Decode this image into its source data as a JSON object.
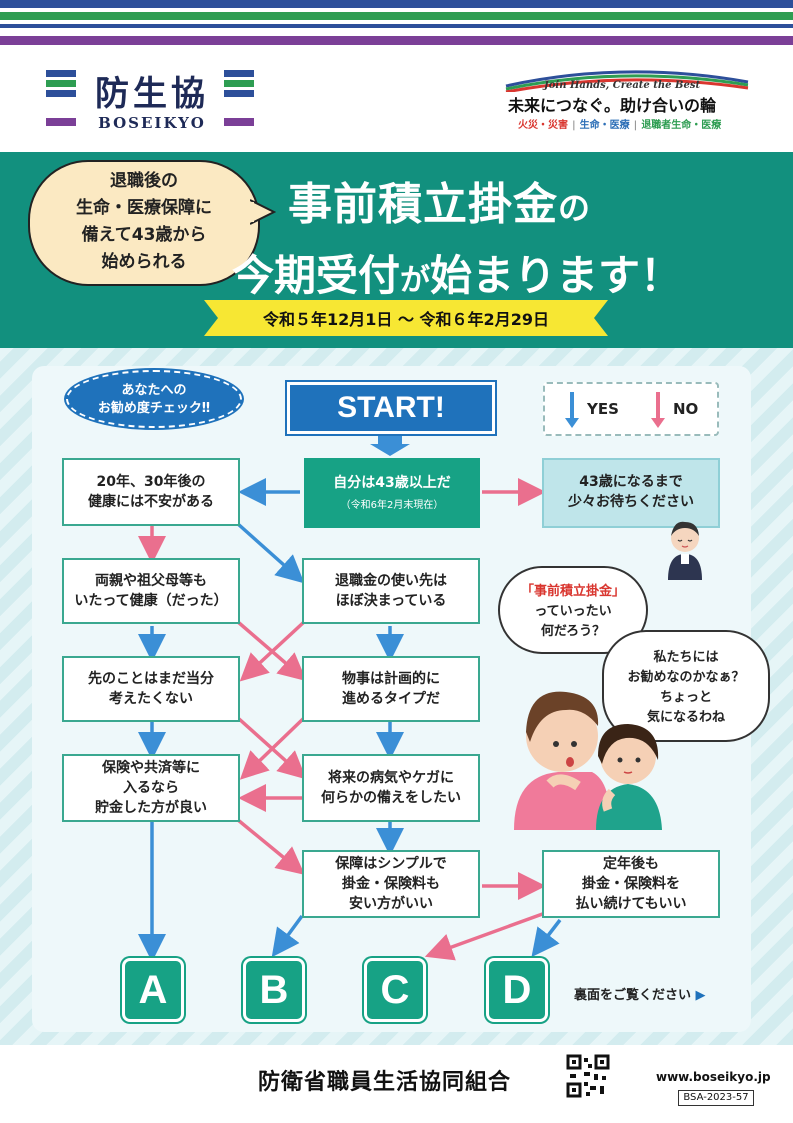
{
  "header": {
    "logo_text": "防生協",
    "logo_sub": "BOSEIKYO",
    "tagline_en": "Join Hands, Create the Best",
    "tagline_jp": "未来につなぐ。助け合いの輪",
    "categories": [
      "火災・災害",
      "生命・医療",
      "退職者生命・医療"
    ]
  },
  "hero": {
    "bubble_lines": [
      "退職後の",
      "生命・医療保障に",
      "備えて43歳から",
      "始められる"
    ],
    "title_line1_main": "事前積立掛金",
    "title_line1_suffix": "の",
    "title_line2_a": "今期受付",
    "title_line2_b": "が",
    "title_line2_c": "始まります！",
    "date_range": "令和５年12月1日 ～ 令和６年2月29日"
  },
  "flow": {
    "check_label_1": "あなたへの",
    "check_label_2": "お勧め度チェック‼",
    "start": "START!",
    "legend_yes": "YES",
    "legend_no": "NO",
    "age_q": "自分は43歳以上だ",
    "age_note": "（令和6年2月末現在）",
    "wait_1": "43歳になるまで",
    "wait_2": "少々お待ちください",
    "q_health_1": "20年、30年後の",
    "q_health_2": "健康には不安がある",
    "q_parents_1": "両親や祖父母等も",
    "q_parents_2": "いたって健康（だった）",
    "q_retire_1": "退職金の使い先は",
    "q_retire_2": "ほぼ決まっている",
    "q_future_1": "先のことはまだ当分",
    "q_future_2": "考えたくない",
    "q_plan_1": "物事は計画的に",
    "q_plan_2": "進めるタイプだ",
    "q_save_1": "保険や共済等に",
    "q_save_2": "入るなら",
    "q_save_3": "貯金した方が良い",
    "q_prepare_1": "将来の病気やケガに",
    "q_prepare_2": "何らかの備えをしたい",
    "q_simple_1": "保障はシンプルで",
    "q_simple_2": "掛金・保険料も",
    "q_simple_3": "安い方がいい",
    "q_pay_1": "定年後も",
    "q_pay_2": "掛金・保険料を",
    "q_pay_3": "払い続けてもいい",
    "results": [
      "A",
      "B",
      "C",
      "D"
    ],
    "back_note": "裏面をご覧ください"
  },
  "speech": {
    "s1_a": "「事前積立掛金」",
    "s1_b": "っていったい",
    "s1_c": "何だろう？",
    "s2_a": "私たちには",
    "s2_b": "お勧めなのかなぁ？",
    "s2_c": "ちょっと",
    "s2_d": "気になるわね"
  },
  "footer": {
    "org": "防衛省職員生活協同組合",
    "url": "www.boseikyo.jp",
    "code": "BSA-2023-57"
  },
  "colors": {
    "yes_blue": "#3b8fd6",
    "no_pink": "#ea6f8e",
    "teal": "#17a285",
    "banner": "#12907e",
    "navy": "#1e2a57"
  }
}
